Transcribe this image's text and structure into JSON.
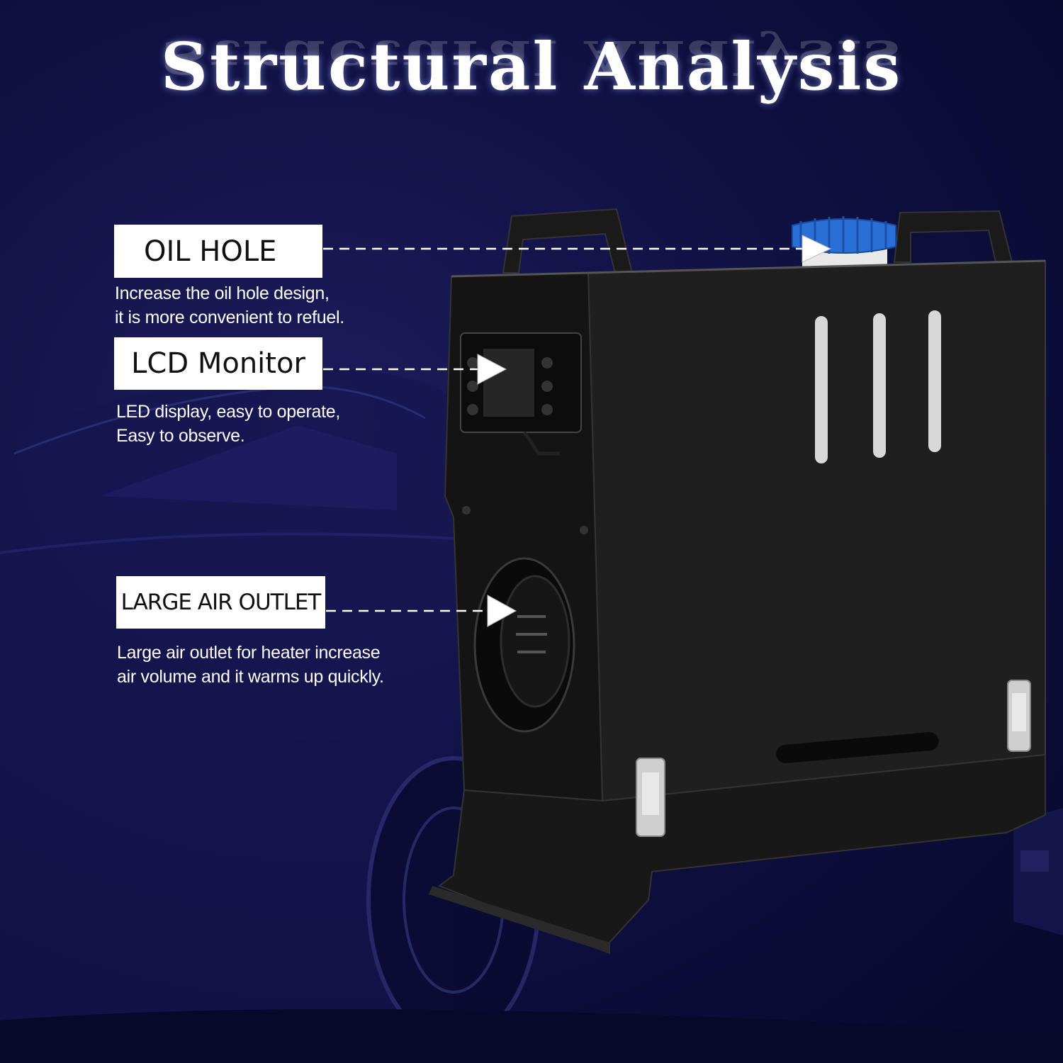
{
  "title": "Structural Analysis",
  "features": [
    {
      "label": "OIL HOLE",
      "desc1": "Increase the oil hole design,",
      "desc2": "it is more convenient to refuel."
    },
    {
      "label": "LCD Monitor",
      "desc1": "LED display, easy to operate,",
      "desc2": "Easy to observe."
    },
    {
      "label": "LARGE AIR OUTLET",
      "desc1": "Large air outlet for heater increase",
      "desc2": "air volume and it warms up quickly."
    }
  ],
  "colors": {
    "background": "#111144",
    "heater_body": "#1e1e1e",
    "cap": "#2a6fd6",
    "label_bg": "#ffffff"
  },
  "icons": [
    "pointer-arrow-icon",
    "fuel-cap-icon",
    "lcd-screen-icon",
    "air-outlet-icon",
    "latch-icon"
  ]
}
